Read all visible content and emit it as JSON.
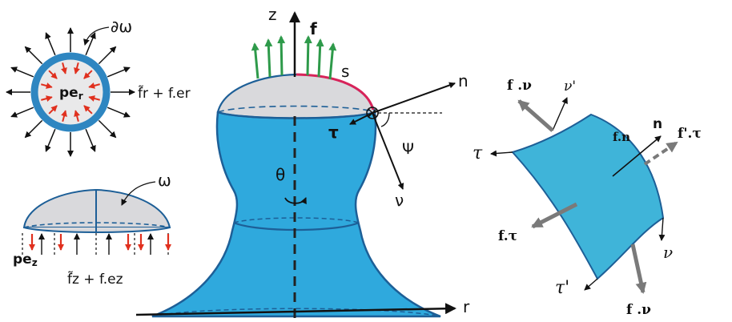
{
  "colors": {
    "blue_fill": "#2fa9dd",
    "blue_dark": "#1d5f97",
    "cap_fill": "#d9d9dc",
    "red": "#e0301e",
    "green": "#2e9a4a",
    "magenta": "#d8245a",
    "patch_fill": "#3fb4d9",
    "grey_arrow": "#7a7a7a"
  },
  "icons": [
    "circle-cross-section",
    "force-arrows",
    "normal-vectors"
  ],
  "panel_top_left": {
    "boundary_label": "∂ω",
    "pressure_label": "pe",
    "pressure_sub": "r",
    "force_label": "f̃r + f.er"
  },
  "panel_bottom_left": {
    "domain_label": "ω",
    "pressure_label": "pe",
    "pressure_sub": "z",
    "force_label": "f̃z + f.ez"
  },
  "panel_center": {
    "z_axis": "z",
    "r_axis": "r",
    "f_label": "f",
    "s_label": "s",
    "n_label": "n",
    "tau_label": "τ",
    "psi_label": "Ψ",
    "nu_label": "ν",
    "theta_label": "θ"
  },
  "panel_right": {
    "f_nu_top": "f .ν",
    "nu_prime": "ν'",
    "tau_left": "τ",
    "f_n": "f.n",
    "n_label": "n",
    "f_prime_tau": "f'.τ",
    "f_tau": "f.τ",
    "nu_right": "ν",
    "tau_prime": "τ'",
    "f_nu_bottom": "f .ν"
  }
}
